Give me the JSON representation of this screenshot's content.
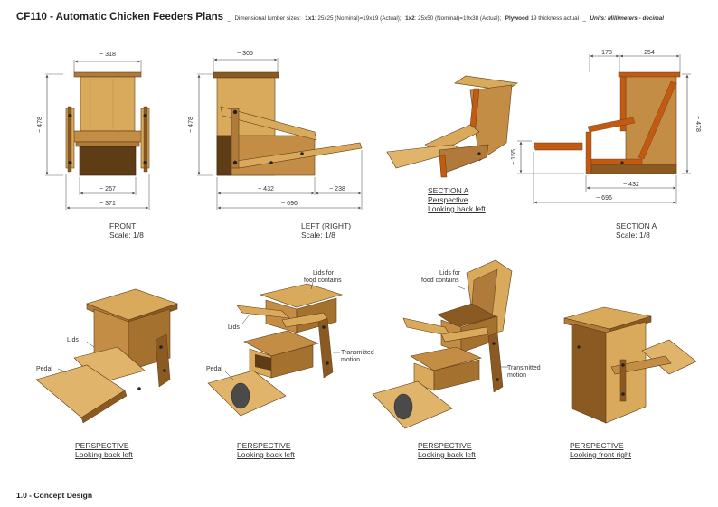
{
  "header": {
    "title": "CF110 - Automatic Chicken Feeders Plans",
    "sep": "_",
    "lumber_prefix": "Dimensional lumber sizes:",
    "lumber_1x1_label": "1x1",
    "lumber_1x1_value": ": 25x25 (Nominal)=19x19 (Actual);",
    "lumber_1x2_label": "1x2",
    "lumber_1x2_value": ": 25x50 (Nominal)=19x38 (Actual);",
    "plywood_label": "Plywood",
    "plywood_value": "19 thickness actual",
    "sep2": "_",
    "units": "Units: Millimeters - decimal"
  },
  "views": {
    "front": {
      "caption": "FRONT",
      "scale": "Scale: 1/8",
      "dims": {
        "top_width": "~ 318",
        "height": "~ 478",
        "base_width": "~ 267",
        "overall_width": "~ 371"
      }
    },
    "left": {
      "caption": "LEFT (RIGHT)",
      "scale": "Scale: 1/8",
      "dims": {
        "top_width": "~ 305",
        "height": "~ 478",
        "body_length": "~ 432",
        "pedal_length": "~ 238",
        "overall_length": "~ 696"
      }
    },
    "section_persp": {
      "caption": "SECTION A",
      "line2": "Perspective",
      "line3": "Looking back left"
    },
    "section": {
      "caption": "SECTION A",
      "scale": "Scale: 1/8",
      "dims": {
        "top_left": "~ 178",
        "top_right": "254",
        "height": "~ 478",
        "pedal_height": "~ 155",
        "body_length": "~ 432",
        "overall_length": "~ 696"
      }
    },
    "persp1": {
      "caption": "PERSPECTIVE",
      "line2": "Looking back left",
      "lids_label": "Lids",
      "pedal_label": "Pedal"
    },
    "persp2": {
      "caption": "PERSPECTIVE",
      "line2": "Looking back left",
      "lids_food_1": "Lids for",
      "lids_food_2": "food contains",
      "lids_label": "Lids",
      "pedal_label": "Pedal",
      "motion_1": "Transmitted",
      "motion_2": "motion"
    },
    "persp3": {
      "caption": "PERSPECTIVE",
      "line2": "Looking back left",
      "lids_food_1": "Lids for",
      "lids_food_2": "food contains",
      "motion_1": "Transmitted",
      "motion_2": "motion"
    },
    "persp4": {
      "caption": "PERSPECTIVE",
      "line2": "Looking front right"
    }
  },
  "footer": {
    "label": "1.0 - Concept Design"
  },
  "colors": {
    "wood_light": "#d9a95c",
    "wood_mid": "#c48d45",
    "wood_dark": "#8a5a22",
    "wood_shadow": "#5e3c16",
    "section_cut": "#c45a12",
    "dim_line": "#444444"
  }
}
